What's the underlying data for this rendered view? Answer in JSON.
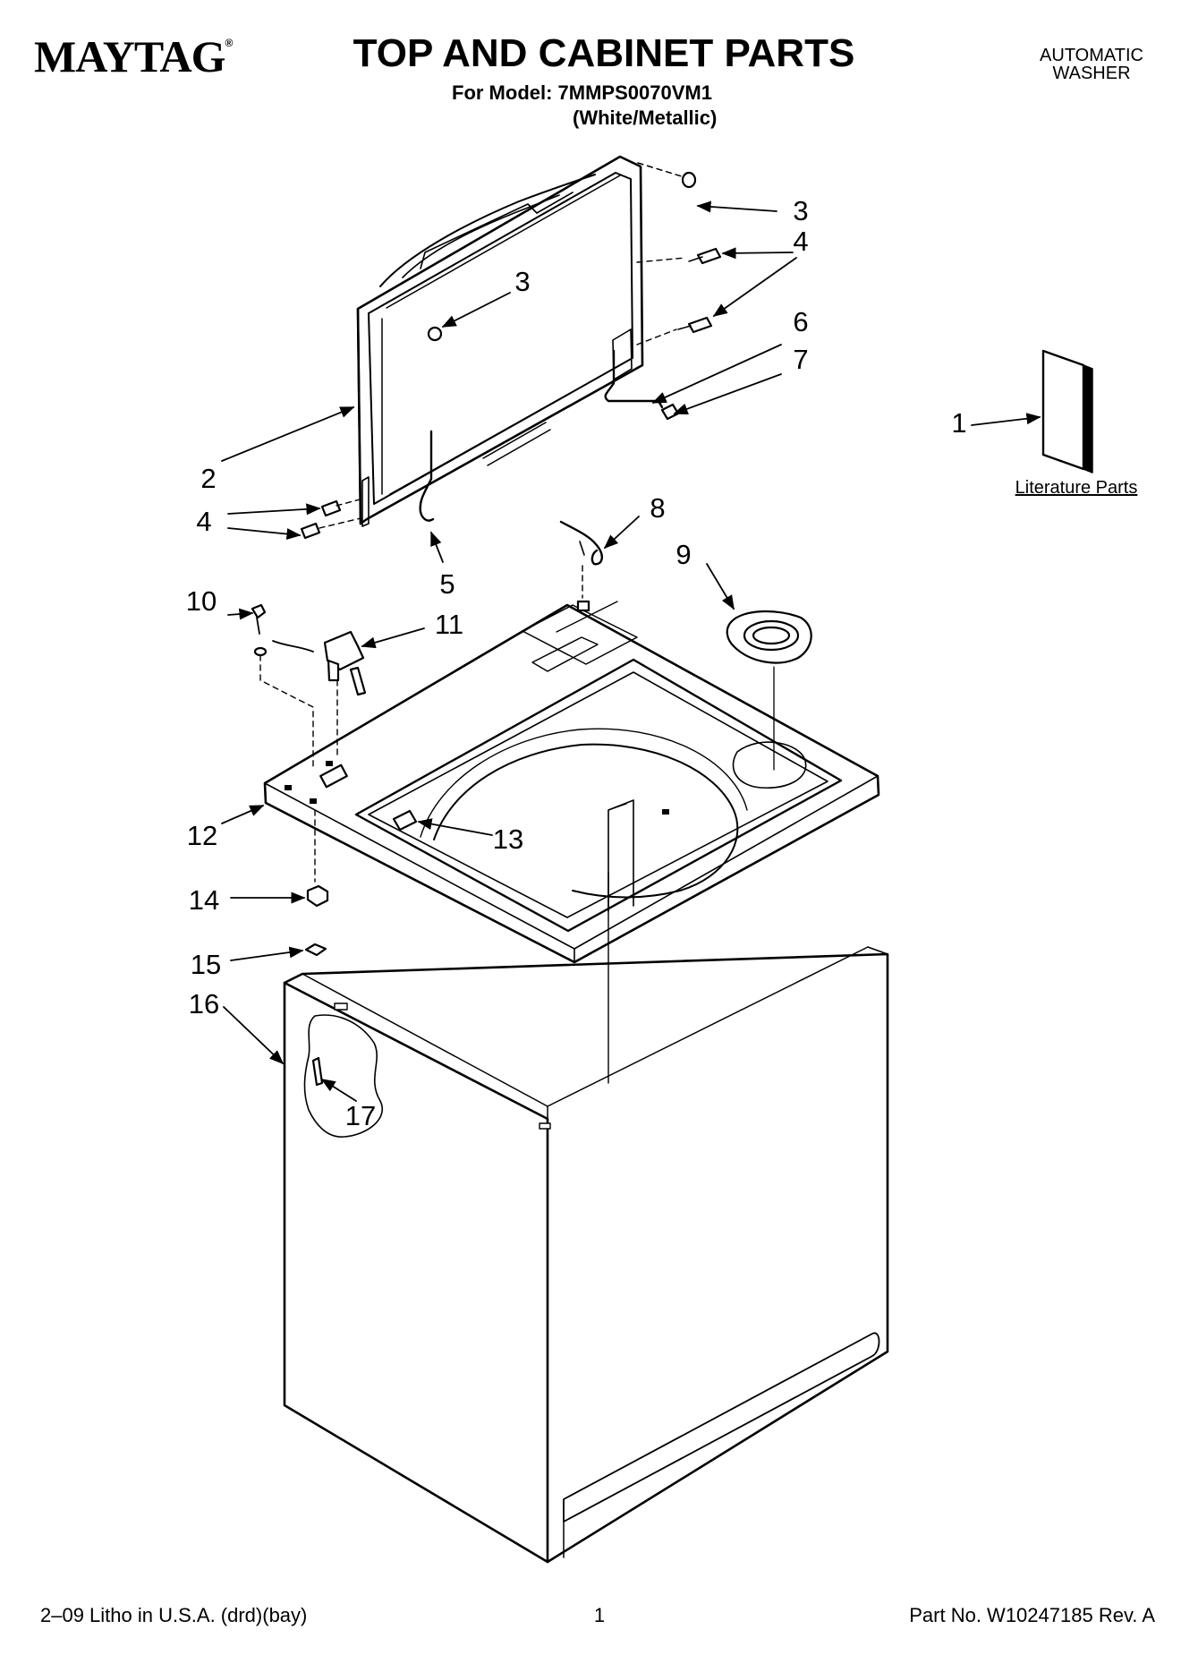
{
  "header": {
    "brand": "MAYTAG",
    "brand_mark": "®",
    "title": "TOP AND CABINET PARTS",
    "model_line": "For Model: 7MMPS0070VM1",
    "variant": "(White/Metallic)",
    "product_type": [
      "AUTOMATIC",
      "WASHER"
    ]
  },
  "literature": {
    "label": "Literature Parts"
  },
  "callouts": {
    "c1": "1",
    "c2": "2",
    "c3a": "3",
    "c3b": "3",
    "c4a": "4",
    "c4b": "4",
    "c5": "5",
    "c6": "6",
    "c7": "7",
    "c8": "8",
    "c9": "9",
    "c10": "10",
    "c11": "11",
    "c12": "12",
    "c13": "13",
    "c14": "14",
    "c15": "15",
    "c16": "16",
    "c17": "17"
  },
  "footer": {
    "left": "2–09 Litho in U.S.A. (drd)(bay)",
    "page": "1",
    "right": "Part No. W10247185 Rev. A"
  }
}
